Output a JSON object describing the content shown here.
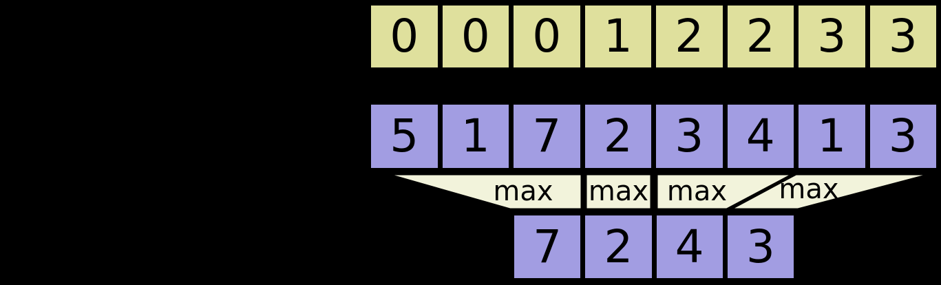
{
  "colors": {
    "background": "#000000",
    "segment_ids_fill": "#dfe09d",
    "data_fill": "#a29de2",
    "funnel_fill": "#f2f3db",
    "border_and_text": "#000000"
  },
  "segment_ids_row": {
    "values": [
      "0",
      "0",
      "0",
      "1",
      "2",
      "2",
      "3",
      "3"
    ]
  },
  "data_row": {
    "values": [
      "5",
      "1",
      "7",
      "2",
      "3",
      "4",
      "1",
      "3"
    ]
  },
  "funnels": {
    "labels": [
      "max",
      "max",
      "max",
      "max"
    ]
  },
  "output_row": {
    "values": [
      "7",
      "2",
      "4",
      "3"
    ]
  }
}
